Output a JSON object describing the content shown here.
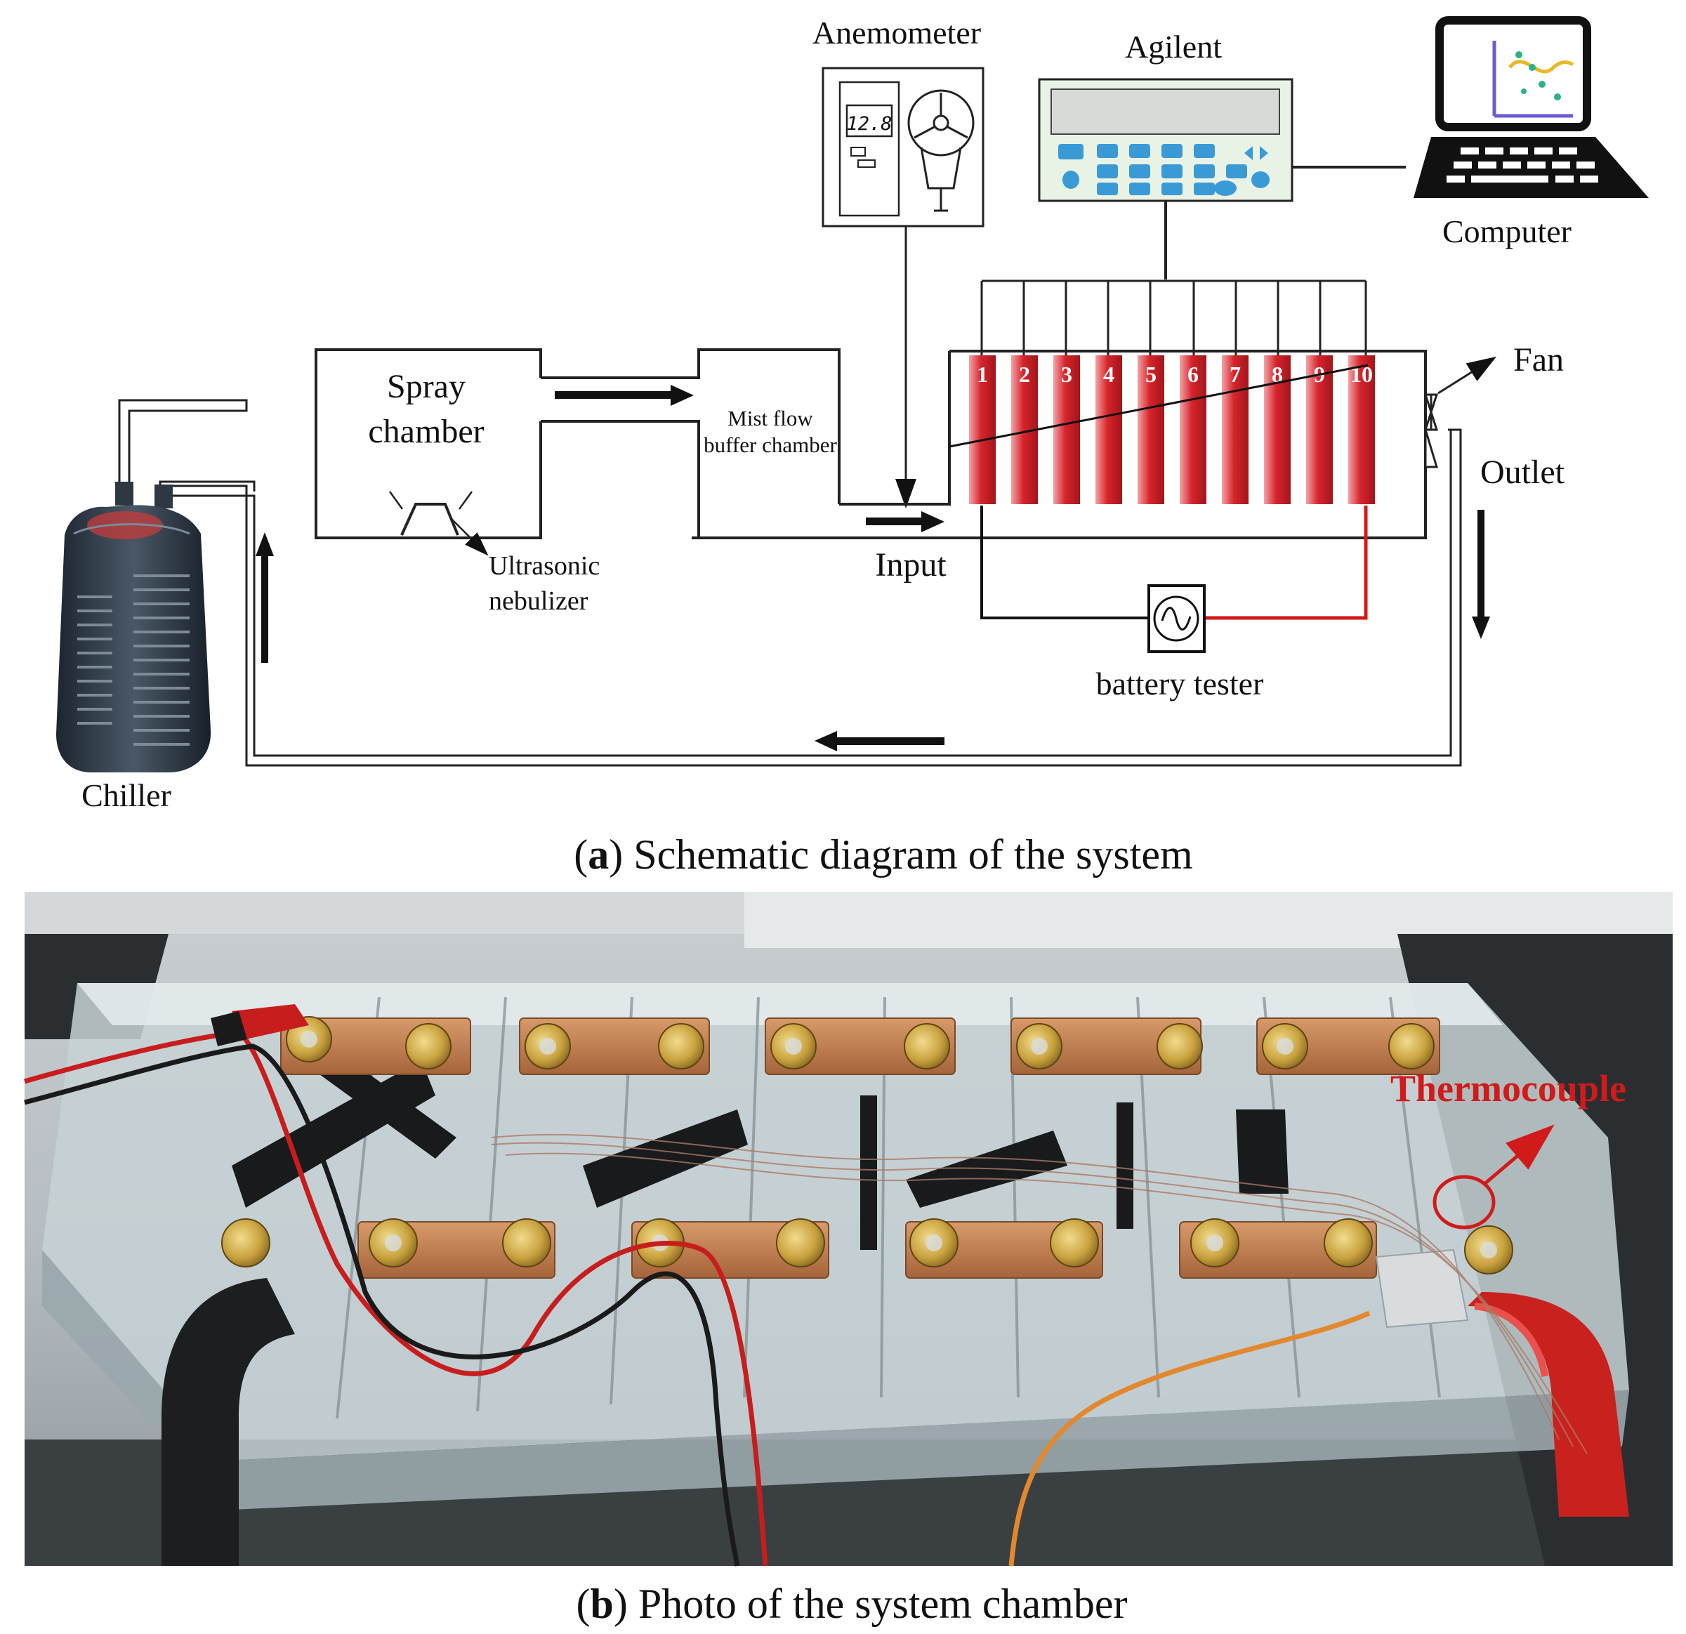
{
  "labels": {
    "anemometer": "Anemometer",
    "anemometer_reading": "12.8",
    "agilent": "Agilent",
    "computer": "Computer",
    "spray_chamber_line1": "Spray",
    "spray_chamber_line2": "chamber",
    "mist_line1": "Mist flow",
    "mist_line2": "buffer chamber",
    "ultrasonic_line1": "Ultrasonic",
    "ultrasonic_line2": "nebulizer",
    "input": "Input",
    "fan": "Fan",
    "outlet": "Outlet",
    "battery_tester": "battery tester",
    "chiller": "Chiller",
    "thermocouple": "Thermocouple"
  },
  "cells": [
    "1",
    "2",
    "3",
    "4",
    "5",
    "6",
    "7",
    "8",
    "9",
    "10"
  ],
  "captions": {
    "a_letter": "a",
    "a_text": " Schematic diagram of the system",
    "b_letter": "b",
    "b_text": " Photo of the system chamber"
  },
  "colors": {
    "cell_red": "#d6242b",
    "wire_red": "#d11a1a",
    "agilent_screen": "#e8f3e6",
    "agilent_keys": "#3a9ad6"
  }
}
